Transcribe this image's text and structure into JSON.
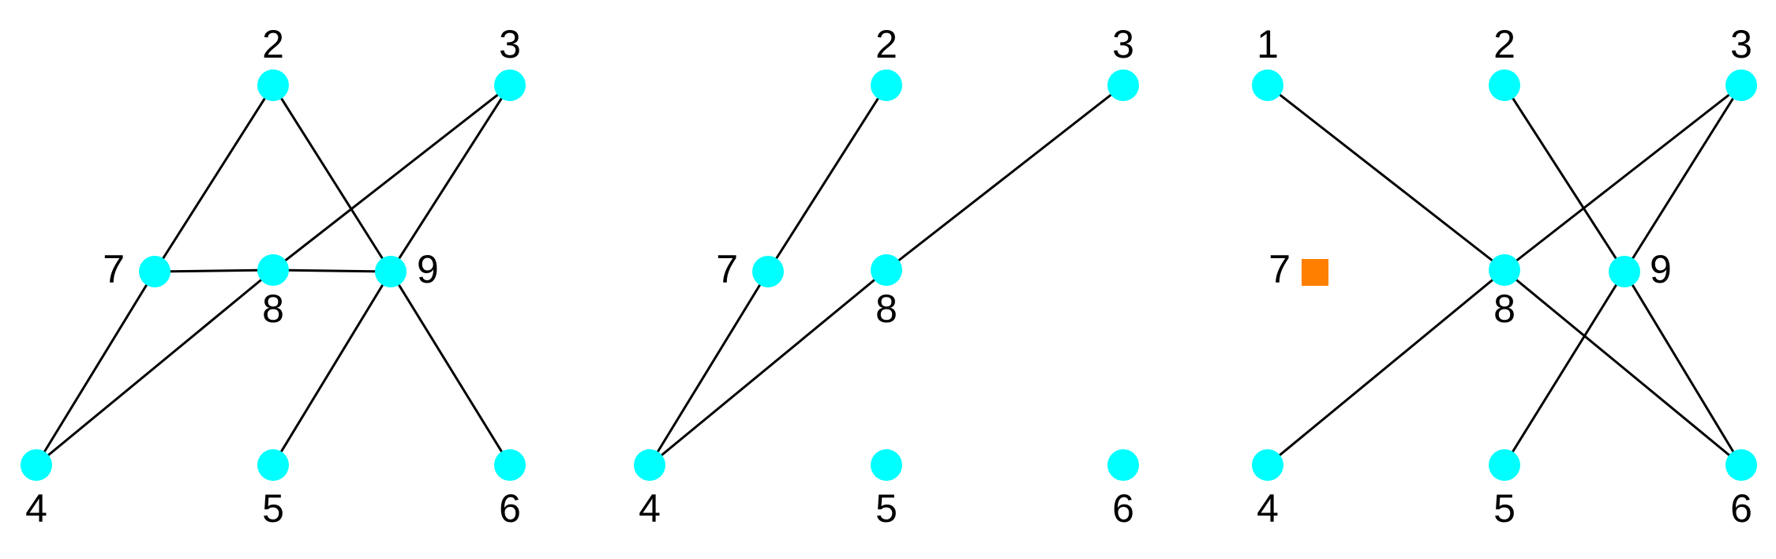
{
  "colors": {
    "node": "#00FFFF",
    "removed_node": "#FF8000",
    "edge": "#000000",
    "label": "#000000",
    "background": "#FFFFFF"
  },
  "panels": [
    {
      "nodes": [
        {
          "id": "2",
          "label": "2",
          "marker": "circle"
        },
        {
          "id": "3",
          "label": "3",
          "marker": "circle"
        },
        {
          "id": "7",
          "label": "7",
          "marker": "circle"
        },
        {
          "id": "8",
          "label": "8",
          "marker": "circle"
        },
        {
          "id": "9",
          "label": "9",
          "marker": "circle"
        },
        {
          "id": "4",
          "label": "4",
          "marker": "circle"
        },
        {
          "id": "5",
          "label": "5",
          "marker": "circle"
        },
        {
          "id": "6",
          "label": "6",
          "marker": "circle"
        }
      ],
      "edges": [
        [
          "2",
          "7"
        ],
        [
          "2",
          "9"
        ],
        [
          "3",
          "8"
        ],
        [
          "3",
          "9"
        ],
        [
          "7",
          "8"
        ],
        [
          "8",
          "9"
        ],
        [
          "7",
          "4"
        ],
        [
          "8",
          "4"
        ],
        [
          "9",
          "5"
        ],
        [
          "9",
          "6"
        ]
      ]
    },
    {
      "nodes": [
        {
          "id": "2",
          "label": "2",
          "marker": "circle"
        },
        {
          "id": "3",
          "label": "3",
          "marker": "circle"
        },
        {
          "id": "7",
          "label": "7",
          "marker": "circle"
        },
        {
          "id": "8",
          "label": "8",
          "marker": "circle"
        },
        {
          "id": "4",
          "label": "4",
          "marker": "circle"
        },
        {
          "id": "5",
          "label": "5",
          "marker": "circle"
        },
        {
          "id": "6",
          "label": "6",
          "marker": "circle"
        }
      ],
      "edges": [
        [
          "2",
          "7"
        ],
        [
          "7",
          "4"
        ],
        [
          "3",
          "8"
        ],
        [
          "8",
          "4"
        ]
      ]
    },
    {
      "nodes": [
        {
          "id": "1",
          "label": "1",
          "marker": "circle"
        },
        {
          "id": "2",
          "label": "2",
          "marker": "circle"
        },
        {
          "id": "3",
          "label": "3",
          "marker": "circle"
        },
        {
          "id": "7",
          "label": "7",
          "marker": "square"
        },
        {
          "id": "8",
          "label": "8",
          "marker": "circle"
        },
        {
          "id": "9",
          "label": "9",
          "marker": "circle"
        },
        {
          "id": "4",
          "label": "4",
          "marker": "circle"
        },
        {
          "id": "5",
          "label": "5",
          "marker": "circle"
        },
        {
          "id": "6",
          "label": "6",
          "marker": "circle"
        }
      ],
      "edges": [
        [
          "1",
          "8"
        ],
        [
          "2",
          "9"
        ],
        [
          "3",
          "8"
        ],
        [
          "3",
          "9"
        ],
        [
          "8",
          "4"
        ],
        [
          "8",
          "6"
        ],
        [
          "9",
          "5"
        ],
        [
          "9",
          "6"
        ]
      ]
    }
  ]
}
